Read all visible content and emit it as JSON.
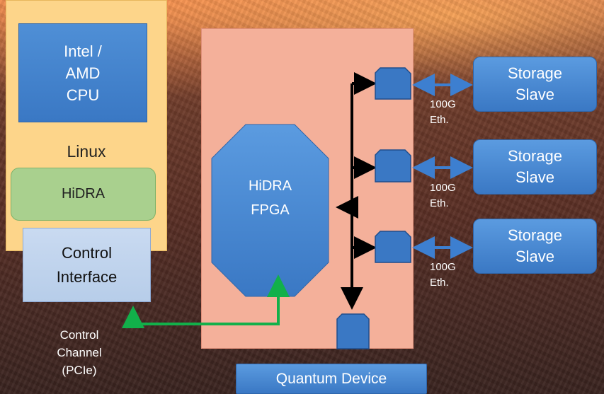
{
  "host": {
    "cpu_label": "Intel /\nAMD\nCPU",
    "os_label": "Linux",
    "hidra_sw_label": "HiDRA"
  },
  "control_interface": {
    "label": "Control\nInterface",
    "channel_label": "Control\nChannel\n(PCIe)"
  },
  "fpga": {
    "label": "HiDRA\nFPGA"
  },
  "storage_slaves": [
    {
      "label": "Storage\nSlave",
      "link_label": "100G\nEth."
    },
    {
      "label": "Storage\nSlave",
      "link_label": "100G\nEth."
    },
    {
      "label": "Storage\nSlave",
      "link_label": "100G\nEth."
    }
  ],
  "quantum_device": {
    "label": "Quantum Device"
  },
  "colors": {
    "host_bg": "#fdd58a",
    "cpu_blue": "#3a78c4",
    "hidra_green": "#a9d08e",
    "fpga_board": "#f4b09a",
    "control_arrow": "#12b04a",
    "link_arrow": "#3d7fd0"
  }
}
